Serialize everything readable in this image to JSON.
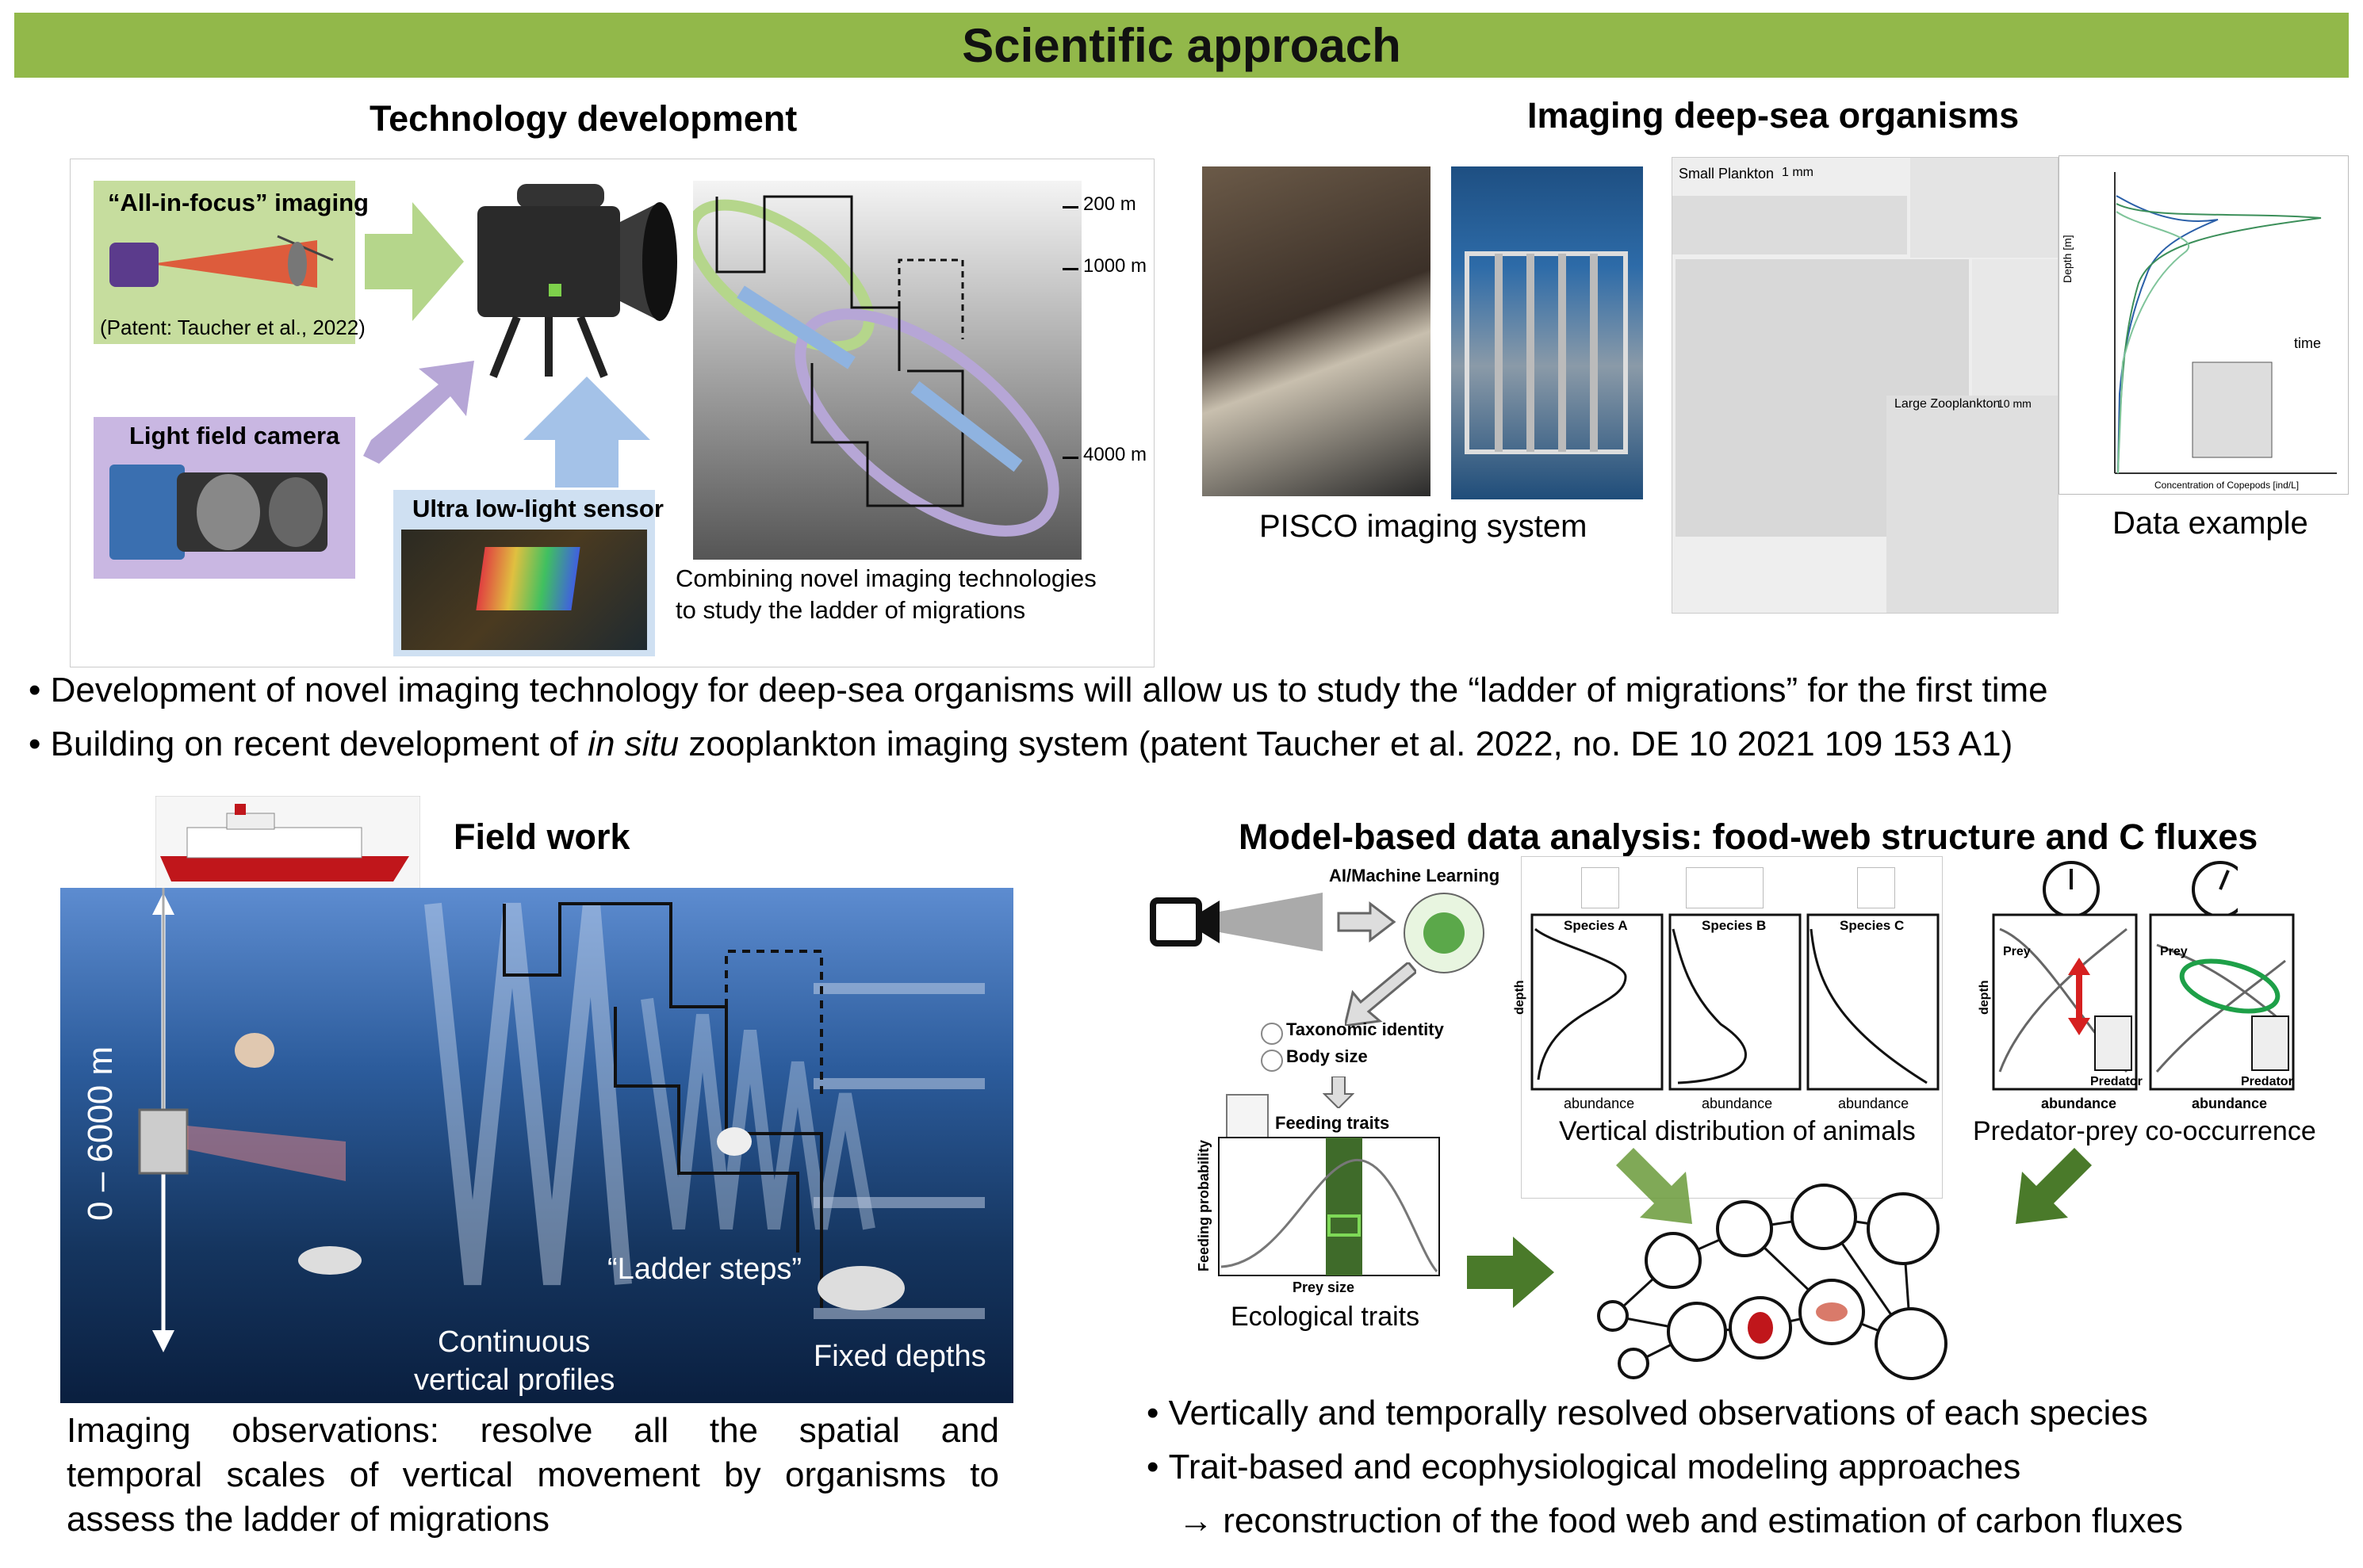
{
  "banner": {
    "title": "Scientific approach"
  },
  "tech": {
    "heading": "Technology development",
    "all_in_focus": "“All-in-focus” imaging",
    "patent_note": "(Patent: Taucher et al., 2022)",
    "light_field": "Light field camera",
    "ultra_sensor": "Ultra low-light sensor",
    "depth_200": "200 m",
    "depth_1000": "1000 m",
    "depth_4000": "4000 m",
    "caption_l1": "Combining novel imaging technologies",
    "caption_l2": "to study the ladder of migrations"
  },
  "imaging": {
    "heading": "Imaging deep-sea organisms",
    "pisco": "PISCO imaging system",
    "small_plankton": "Small Plankton",
    "small_scale": "1 mm",
    "large_zoo": "Large Zooplankton",
    "large_scale": "10 mm",
    "data_example": "Data example",
    "chart_ylabel": "Depth [m]",
    "chart_xlabel": "Concentration of Copepods [ind/L]",
    "legend_title": "time"
  },
  "bullets_top": {
    "b1": "Development of novel imaging technology for deep-sea organisms will allow us to study the “ladder of migrations” for the first time",
    "b2_pre": "Building on recent development of ",
    "b2_italic": "in situ",
    "b2_post": " zooplankton imaging system (patent Taucher et al. 2022, no. DE 10 2021 109 153 A1)"
  },
  "field": {
    "heading": "Field work",
    "depth_range": "0 – 6000 m",
    "ladder_steps": "“Ladder steps”",
    "continuous_l1": "Continuous",
    "continuous_l2": "vertical profiles",
    "fixed_depths": "Fixed depths",
    "caption_l1": "Imaging observations: resolve all the spatial and",
    "caption_l2": "temporal scales of vertical movement by organisms to",
    "caption_l3": "assess the ladder of migrations"
  },
  "model": {
    "heading": "Model-based data analysis: food-web structure and C fluxes",
    "ai_label": "AI/Machine Learning",
    "taxonomic": "Taxonomic identity",
    "body_size": "Body size",
    "feeding_traits": "Feeding traits",
    "feeding_prob": "Feeding probability",
    "prey_size": "Prey size",
    "ecological_traits": "Ecological traits",
    "species_a": "Species A",
    "species_b": "Species B",
    "species_c": "Species C",
    "depth": "depth",
    "abundance": "abundance",
    "vertical_dist": "Vertical distribution of animals",
    "prey": "Prey",
    "predator": "Predator",
    "pred_prey": "Predator-prey co-occurrence"
  },
  "bullets_bottom": {
    "b1": "Vertically and temporally resolved observations of each species",
    "b2": "Trait-based and ecophysiological modeling approaches",
    "b3": "→ reconstruction of the food web and estimation of carbon fluxes"
  }
}
